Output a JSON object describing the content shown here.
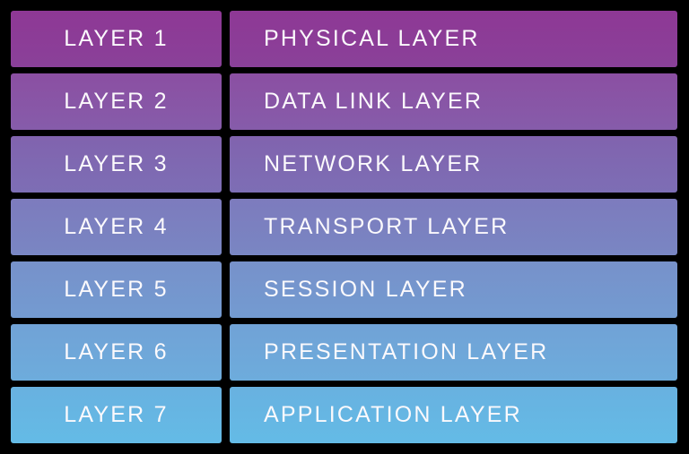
{
  "title": "OSI model layers table",
  "background_color": "#000000",
  "text_color": "#fbf9fc",
  "rows": [
    {
      "layer_label": "LAYER 1",
      "name_label": "PHYSICAL LAYER",
      "color_top": "#8e3895",
      "color_bottom": "#8a4199"
    },
    {
      "layer_label": "LAYER 2",
      "name_label": "DATA LINK LAYER",
      "color_top": "#8b4fa2",
      "color_bottom": "#865caa"
    },
    {
      "layer_label": "LAYER 3",
      "name_label": "NETWORK LAYER",
      "color_top": "#8163ae",
      "color_bottom": "#7d6eb5"
    },
    {
      "layer_label": "LAYER 4",
      "name_label": "TRANSPORT LAYER",
      "color_top": "#7d7bbd",
      "color_bottom": "#7986c3"
    },
    {
      "layer_label": "LAYER 5",
      "name_label": "SESSION LAYER",
      "color_top": "#7791ca",
      "color_bottom": "#739bd1"
    },
    {
      "layer_label": "LAYER 6",
      "name_label": "PRESENTATION LAYER",
      "color_top": "#71a2d6",
      "color_bottom": "#6dacdc"
    },
    {
      "layer_label": "LAYER 7",
      "name_label": "APPLICATION LAYER",
      "color_top": "#68b1e0",
      "color_bottom": "#64bbe6"
    }
  ]
}
